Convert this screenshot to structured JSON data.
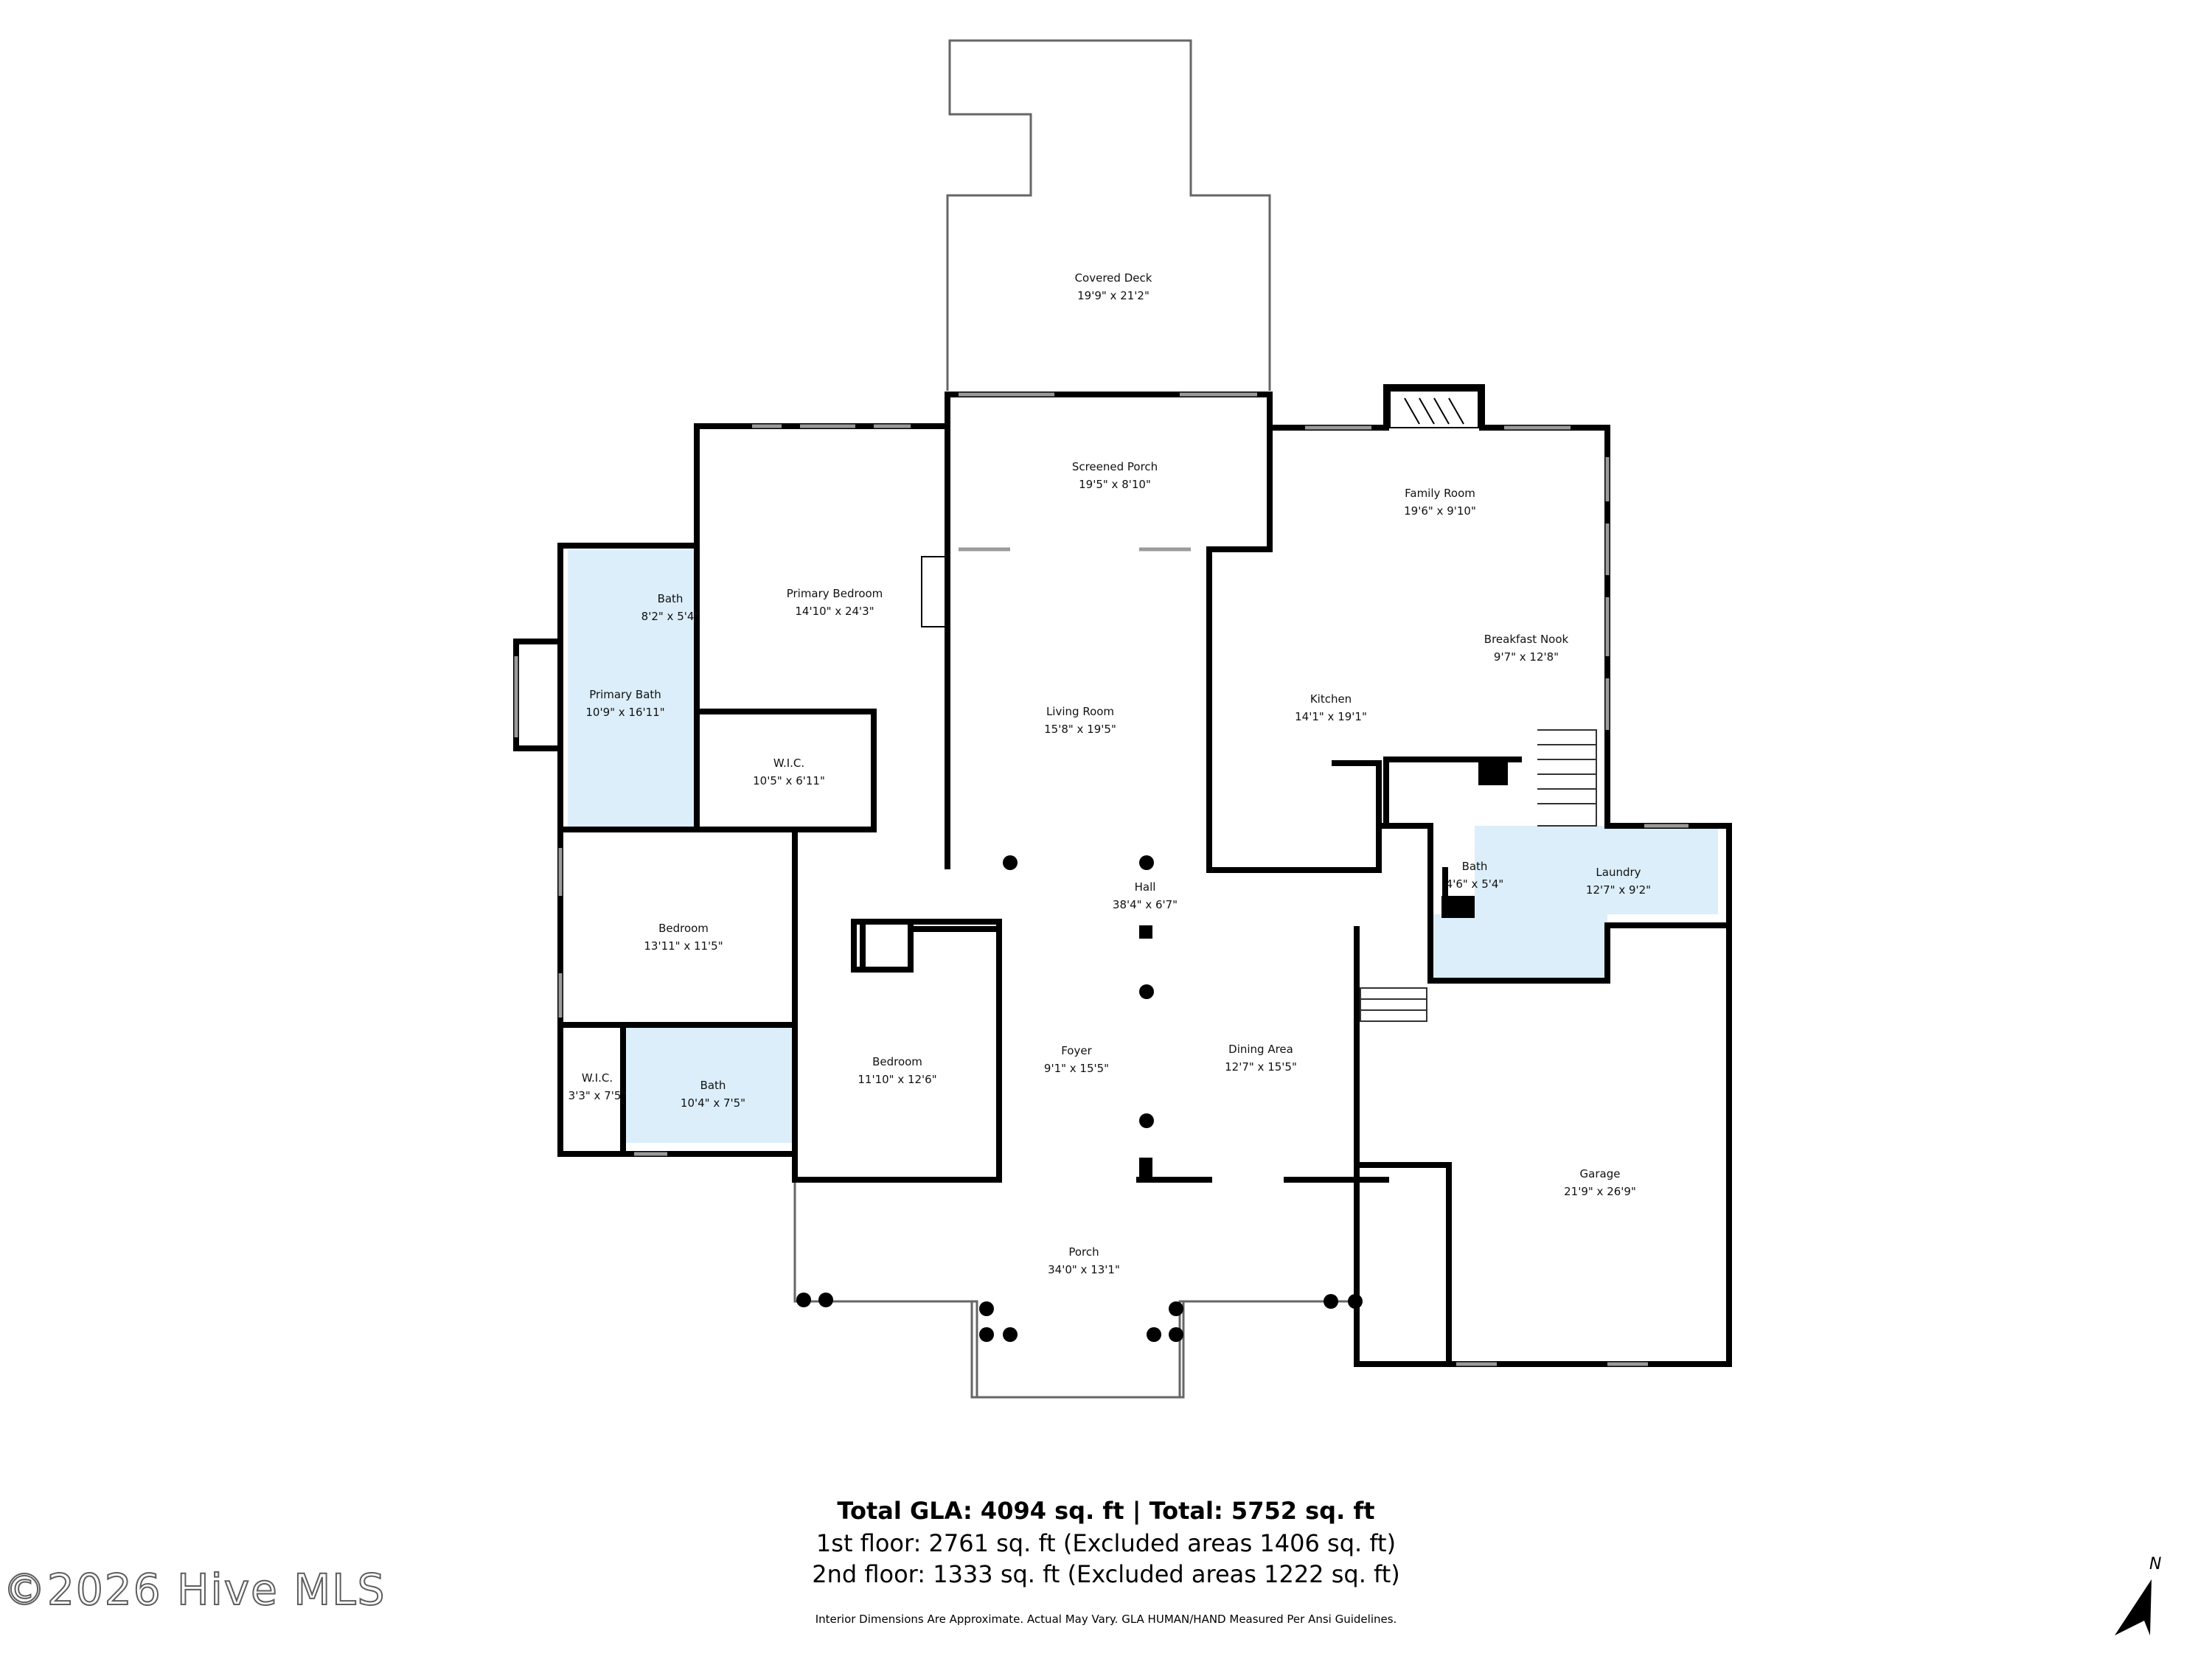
{
  "colors": {
    "wall": "#000000",
    "wet_area": "#dbeefa",
    "window": "#9a9a9a",
    "paper": "#ffffff"
  },
  "rooms": {
    "covered_deck": {
      "name": "Covered Deck",
      "dims": "19'9\" x 21'2\""
    },
    "screened_porch": {
      "name": "Screened Porch",
      "dims": "19'5\" x 8'10\""
    },
    "family_room": {
      "name": "Family Room",
      "dims": "19'6\" x 9'10\""
    },
    "breakfast_nook": {
      "name": "Breakfast Nook",
      "dims": "9'7\" x 12'8\""
    },
    "kitchen": {
      "name": "Kitchen",
      "dims": "14'1\" x 19'1\""
    },
    "primary_bedroom": {
      "name": "Primary Bedroom",
      "dims": "14'10\" x 24'3\""
    },
    "bath_small": {
      "name": "Bath",
      "dims": "8'2\" x 5'4\""
    },
    "primary_bath": {
      "name": "Primary Bath",
      "dims": "10'9\" x 16'11\""
    },
    "wic_primary": {
      "name": "W.I.C.",
      "dims": "10'5\" x 6'11\""
    },
    "living_room": {
      "name": "Living Room",
      "dims": "15'8\" x 19'5\""
    },
    "hall": {
      "name": "Hall",
      "dims": "38'4\" x 6'7\""
    },
    "bath_laundry": {
      "name": "Bath",
      "dims": "4'6\" x 5'4\""
    },
    "laundry": {
      "name": "Laundry",
      "dims": "12'7\" x 9'2\""
    },
    "bedroom_west": {
      "name": "Bedroom",
      "dims": "13'11\" x 11'5\""
    },
    "bedroom_center": {
      "name": "Bedroom",
      "dims": "11'10\" x 12'6\""
    },
    "wic_west": {
      "name": "W.I.C.",
      "dims": "3'3\" x 7'5\""
    },
    "bath_west": {
      "name": "Bath",
      "dims": "10'4\" x 7'5\""
    },
    "foyer": {
      "name": "Foyer",
      "dims": "9'1\" x 15'5\""
    },
    "dining_area": {
      "name": "Dining Area",
      "dims": "12'7\" x 15'5\""
    },
    "garage": {
      "name": "Garage",
      "dims": "21'9\" x 26'9\""
    },
    "porch": {
      "name": "Porch",
      "dims": "34'0\" x 13'1\""
    }
  },
  "summary": {
    "total": "Total GLA: 4094 sq. ft | Total: 5752 sq. ft",
    "first_floor": "1st floor: 2761 sq. ft (Excluded areas 1406 sq. ft)",
    "second_floor": "2nd floor: 1333 sq. ft (Excluded areas 1222 sq. ft)",
    "disclaimer": "Interior Dimensions Are Approximate. Actual May Vary. GLA HUMAN/HAND Measured Per Ansi Guidelines."
  },
  "watermark": "©2026 Hive MLS",
  "compass": {
    "label": "N",
    "icon": "north-arrow-icon"
  }
}
